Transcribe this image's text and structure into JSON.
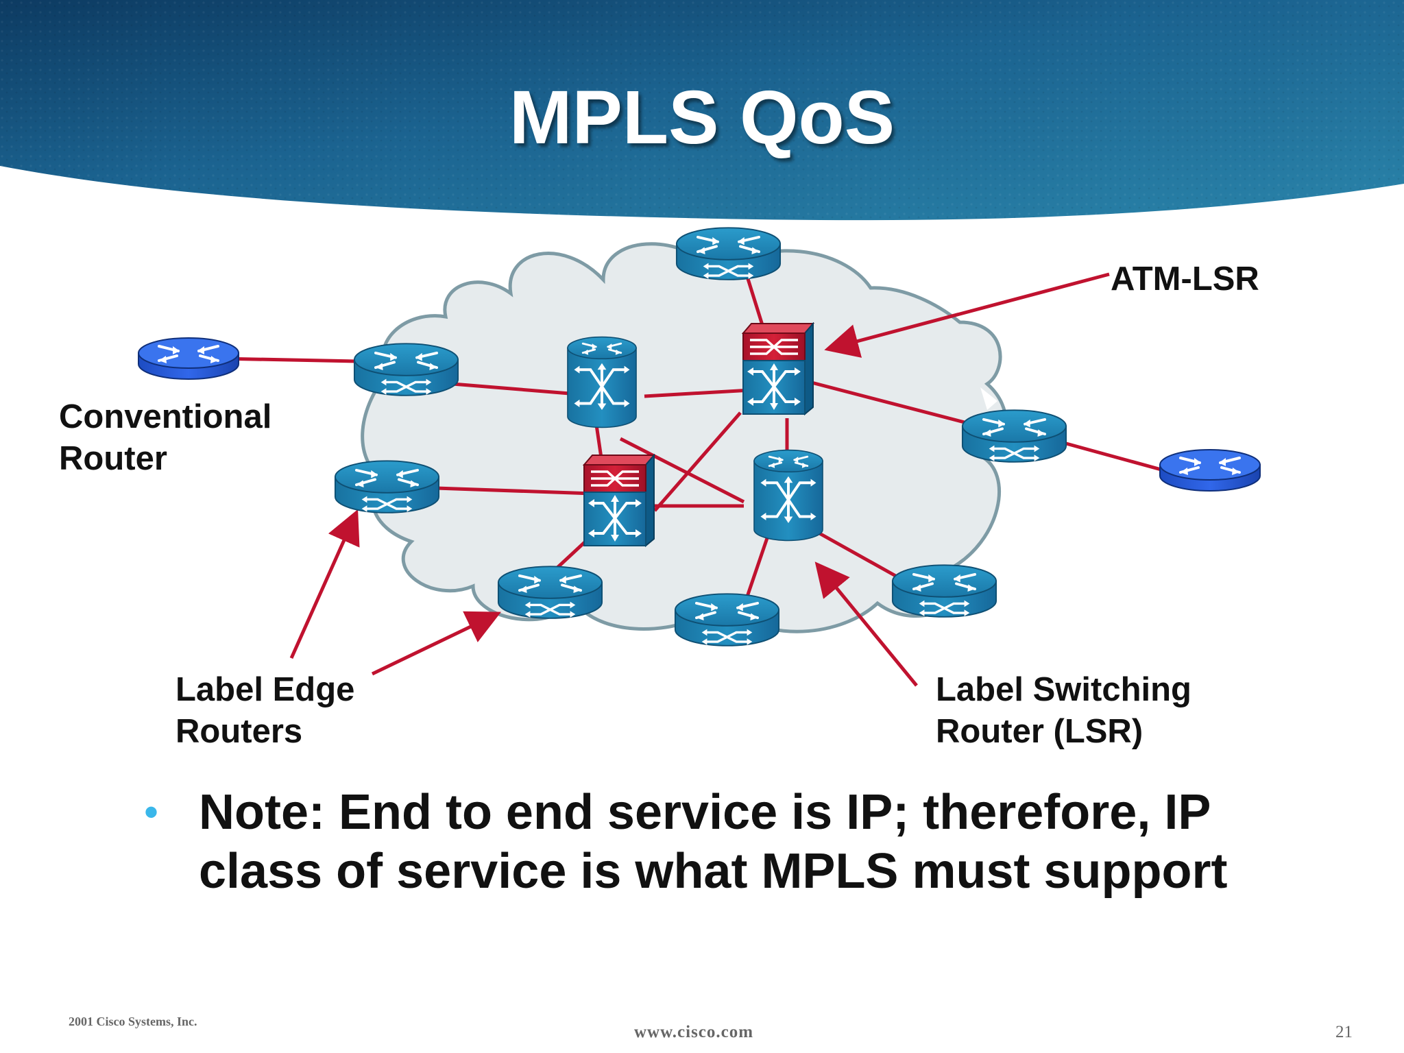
{
  "slide": {
    "title": "MPLS QoS",
    "note_bullet": "•",
    "note": "Note: End to end service is IP; therefore, IP class of service is what MPLS must support"
  },
  "labels": {
    "atm_lsr": "ATM-LSR",
    "conventional_router_line1": "Conventional",
    "conventional_router_line2": "Router",
    "label_edge_routers_line1": "Label Edge",
    "label_edge_routers_line2": "Routers",
    "lsr_line1": "Label Switching",
    "lsr_line2": "Router (LSR)"
  },
  "footer": {
    "copyright": "2001 Cisco Systems, Inc.",
    "website": "www.cisco.com",
    "page_number": "21"
  },
  "colors": {
    "banner_dark": "#0d3b62",
    "banner_light": "#2a84aa",
    "cloud_fill": "#e6ebed",
    "cloud_stroke": "#7e9ba5",
    "link": "#c0122f",
    "device_teal": "#1f86b5",
    "device_blue": "#2a5fe0",
    "atm_red": "#c4182e"
  },
  "icons": {
    "lsr_router": "lsr-router-icon",
    "conventional_router": "conventional-router-icon",
    "lsr_switch": "lsr-switch-icon",
    "atm_lsr_switch": "atm-lsr-switch-icon"
  }
}
